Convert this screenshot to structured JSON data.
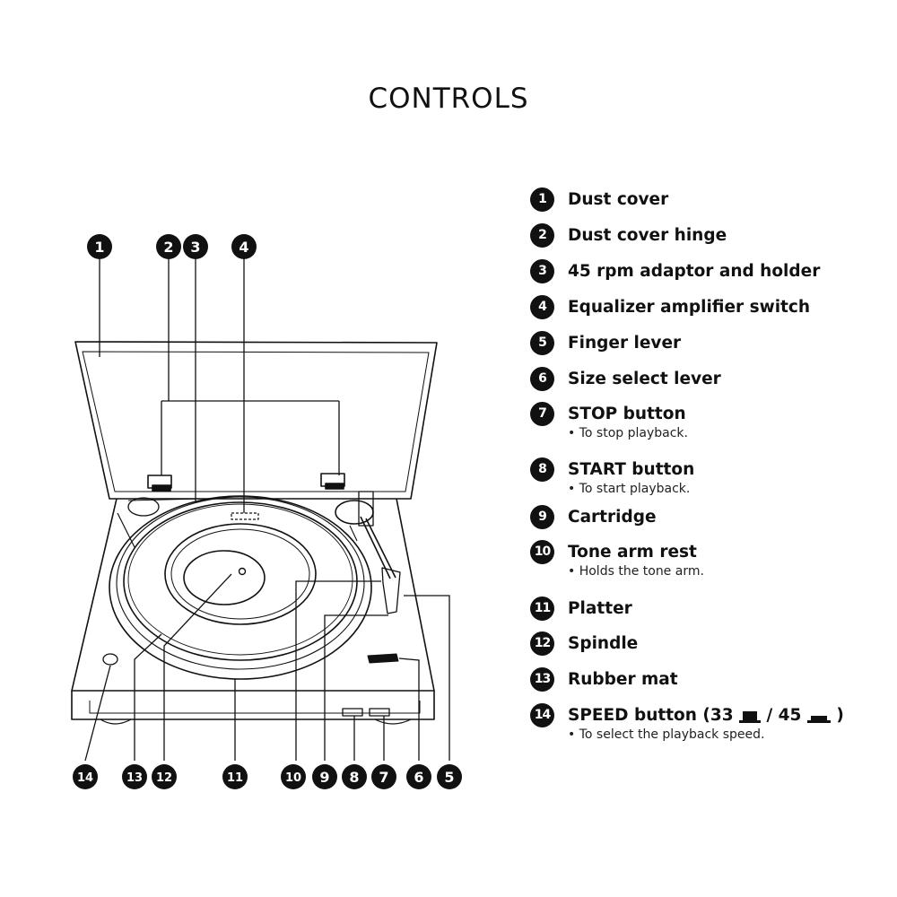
{
  "title": "CONTROLS",
  "parts": [
    {
      "num": "1",
      "label": "Dust cover"
    },
    {
      "num": "2",
      "label": "Dust cover hinge"
    },
    {
      "num": "3",
      "label": "45 rpm adaptor and holder"
    },
    {
      "num": "4",
      "label": "Equalizer amplifier switch"
    },
    {
      "num": "5",
      "label": "Finger lever"
    },
    {
      "num": "6",
      "label": "Size select lever"
    },
    {
      "num": "7",
      "label": "STOP button",
      "note": "To stop playback."
    },
    {
      "num": "8",
      "label": "START button",
      "note": "To start playback."
    },
    {
      "num": "9",
      "label": "Cartridge"
    },
    {
      "num": "10",
      "label": "Tone arm rest",
      "note": "Holds the tone arm."
    },
    {
      "num": "11",
      "label": "Platter"
    },
    {
      "num": "12",
      "label": "Spindle"
    },
    {
      "num": "13",
      "label": "Rubber mat"
    },
    {
      "num": "14",
      "label": "SPEED button (33",
      "label_mid": "/ 45",
      "label_end": ")",
      "note": "To select the playback speed."
    }
  ],
  "callouts_top": [
    "1",
    "2",
    "3",
    "4"
  ],
  "callouts_bottom": [
    "14",
    "13",
    "12",
    "11",
    "10",
    "9",
    "8",
    "7",
    "6",
    "5"
  ]
}
